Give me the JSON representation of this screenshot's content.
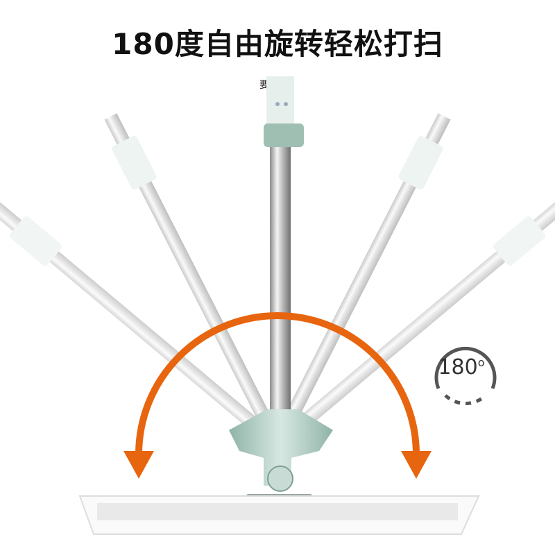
{
  "headline": "180度自由旋转轻松打扫",
  "top_fragment": "要,",
  "rotation_badge": {
    "value": "180",
    "unit": "o"
  },
  "colors": {
    "arrow": "#E8650F",
    "grip": "#A8C8BE",
    "badge": "#555555"
  },
  "icons": [
    "rotation-arc-arrow-icon",
    "rotation-180-badge-icon"
  ]
}
